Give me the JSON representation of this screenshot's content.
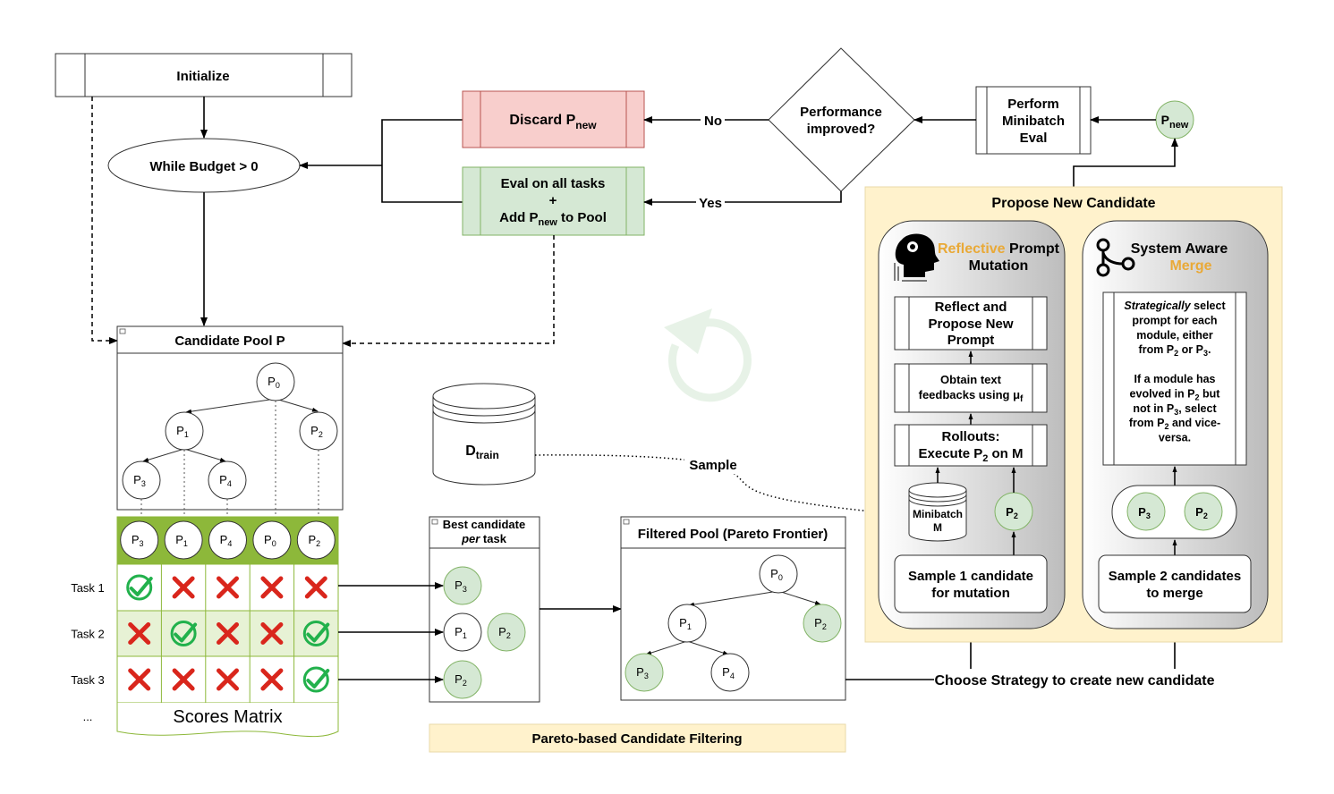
{
  "init": {
    "label": "Initialize"
  },
  "while": {
    "label": "While Budget > 0"
  },
  "discard": {
    "prefix": "Discard P",
    "sub": "new"
  },
  "evalall": {
    "line1": "Eval on all tasks",
    "line2": "+",
    "line3a": "Add P",
    "line3sub": "new",
    "line3b": " to Pool"
  },
  "decision": {
    "line1": "Performance",
    "line2": "improved?",
    "no": "No",
    "yes": "Yes"
  },
  "minibatch_eval": {
    "line1": "Perform",
    "line2": "Minibatch",
    "line3": "Eval"
  },
  "pnew": {
    "base": "P",
    "sub": "new"
  },
  "pool": {
    "title": "Candidate Pool P"
  },
  "scores": {
    "label": "Scores Matrix",
    "header": [
      [
        "P",
        "3"
      ],
      [
        "P",
        "1"
      ],
      [
        "P",
        "4"
      ],
      [
        "P",
        "0"
      ],
      [
        "P",
        "2"
      ]
    ],
    "tasks": [
      "Task 1",
      "Task 2",
      "Task 3",
      "..."
    ],
    "marks": [
      [
        "check",
        "x",
        "x",
        "x",
        "x"
      ],
      [
        "x",
        "check",
        "x",
        "x",
        "check"
      ],
      [
        "x",
        "x",
        "x",
        "x",
        "check"
      ]
    ]
  },
  "dtrain": {
    "base": "D",
    "sub": "train"
  },
  "sample": "Sample",
  "best": {
    "line1": "Best candidate",
    "line2": "per",
    "line2b": " task"
  },
  "filtered": {
    "title": "Filtered Pool (Pareto Frontier)"
  },
  "pareto_label": "Pareto-based Candidate Filtering",
  "choose": "Choose Strategy to create new candidate",
  "propose": {
    "title": "Propose New Candidate",
    "reflective": {
      "word1": "Reflective",
      "word2": " Prompt",
      "word3": "Mutation",
      "reflect": [
        "Reflect and",
        "Propose New",
        "Prompt"
      ],
      "feedback1": "Obtain text",
      "feedback2": "feedbacks using μ",
      "feedback2sub": "f",
      "rollouts1": "Rollouts:",
      "rollouts2a": "Execute P",
      "rollouts2sub": "2",
      "rollouts2b": " on M",
      "minibatch1": "Minibatch",
      "minibatch2": "M",
      "sample1": "Sample 1 candidate",
      "sample2": "for mutation"
    },
    "merge": {
      "word1": "System Aware",
      "word2": "Merge",
      "text_lines": [
        {
          "em": "Strategically",
          "rest": " select"
        },
        {
          "rest": "prompt for each"
        },
        {
          "rest": "module, either"
        },
        {
          "pre": "from P",
          "sub": "2",
          "mid": " or P",
          "sub2": "3",
          "post": "."
        },
        {
          "rest": ""
        },
        {
          "rest": "If a module has"
        },
        {
          "pre": "evolved in P",
          "sub": "2",
          "post": " but"
        },
        {
          "pre": "not in P",
          "sub": "3",
          "post": ", select"
        },
        {
          "pre": "from P",
          "sub": "2",
          "post": " and vice-"
        },
        {
          "rest": "versa."
        }
      ],
      "sample1": "Sample 2 candidates",
      "sample2": "to merge"
    }
  },
  "colors": {
    "red_box": "#f8cecc",
    "green_box": "#d5e8d4",
    "orange_box": "#fff2cc",
    "accent": "#e9a937",
    "header_green": "#8db83a",
    "node_green": "#d5e8d4"
  }
}
